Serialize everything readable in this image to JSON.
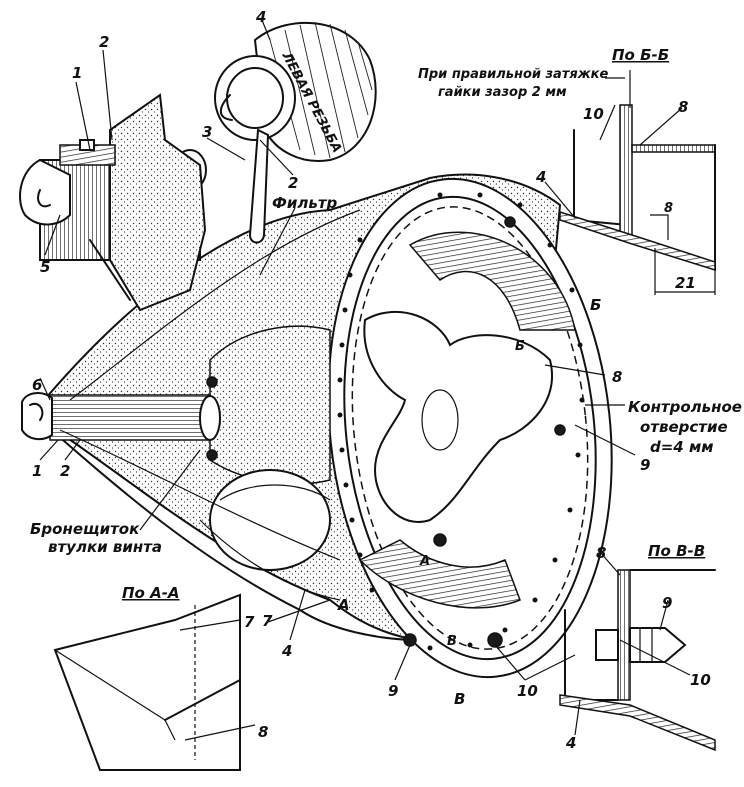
{
  "labels": {
    "n1_top": "1",
    "n2_top": "2",
    "n4_top": "4",
    "n3": "3",
    "n2_wrench": "2",
    "n5": "5",
    "n6": "6",
    "n1_bottom": "1",
    "n2_bottom": "2",
    "n8_inner": "8",
    "n9_right": "9",
    "n7": "7",
    "n4_bottom": "4",
    "n9_bottom": "9",
    "n10_bottom": "10",
    "section_b_mark": "Б",
    "section_b_inner": "Б",
    "section_a_mark": "А",
    "section_a_mark2": "А",
    "section_v_mark": "В",
    "section_v_mark2": "В"
  },
  "nut_engraving": "ЛЕВАЯ РЕЗЬБА",
  "filter_label": "Фильтр",
  "armor_label": {
    "line1": "Бронещиток",
    "line2": "втулки винта"
  },
  "control_hole": {
    "line1": "Контрольное",
    "line2": "отверстие",
    "line3": "d=4 мм"
  },
  "section_bb": {
    "title": "По Б-Б",
    "note_line1": "При правильной затяжке",
    "note_line2": "гайки зазор 2 мм",
    "n10": "10",
    "n8a": "8",
    "n8b": "8",
    "n4": "4",
    "dim": "21"
  },
  "section_vv": {
    "title": "По В-В",
    "n8": "8",
    "n9": "9",
    "n10": "10",
    "n4": "4"
  },
  "section_aa": {
    "title": "По А-А",
    "n7": "7",
    "n8": "8"
  }
}
